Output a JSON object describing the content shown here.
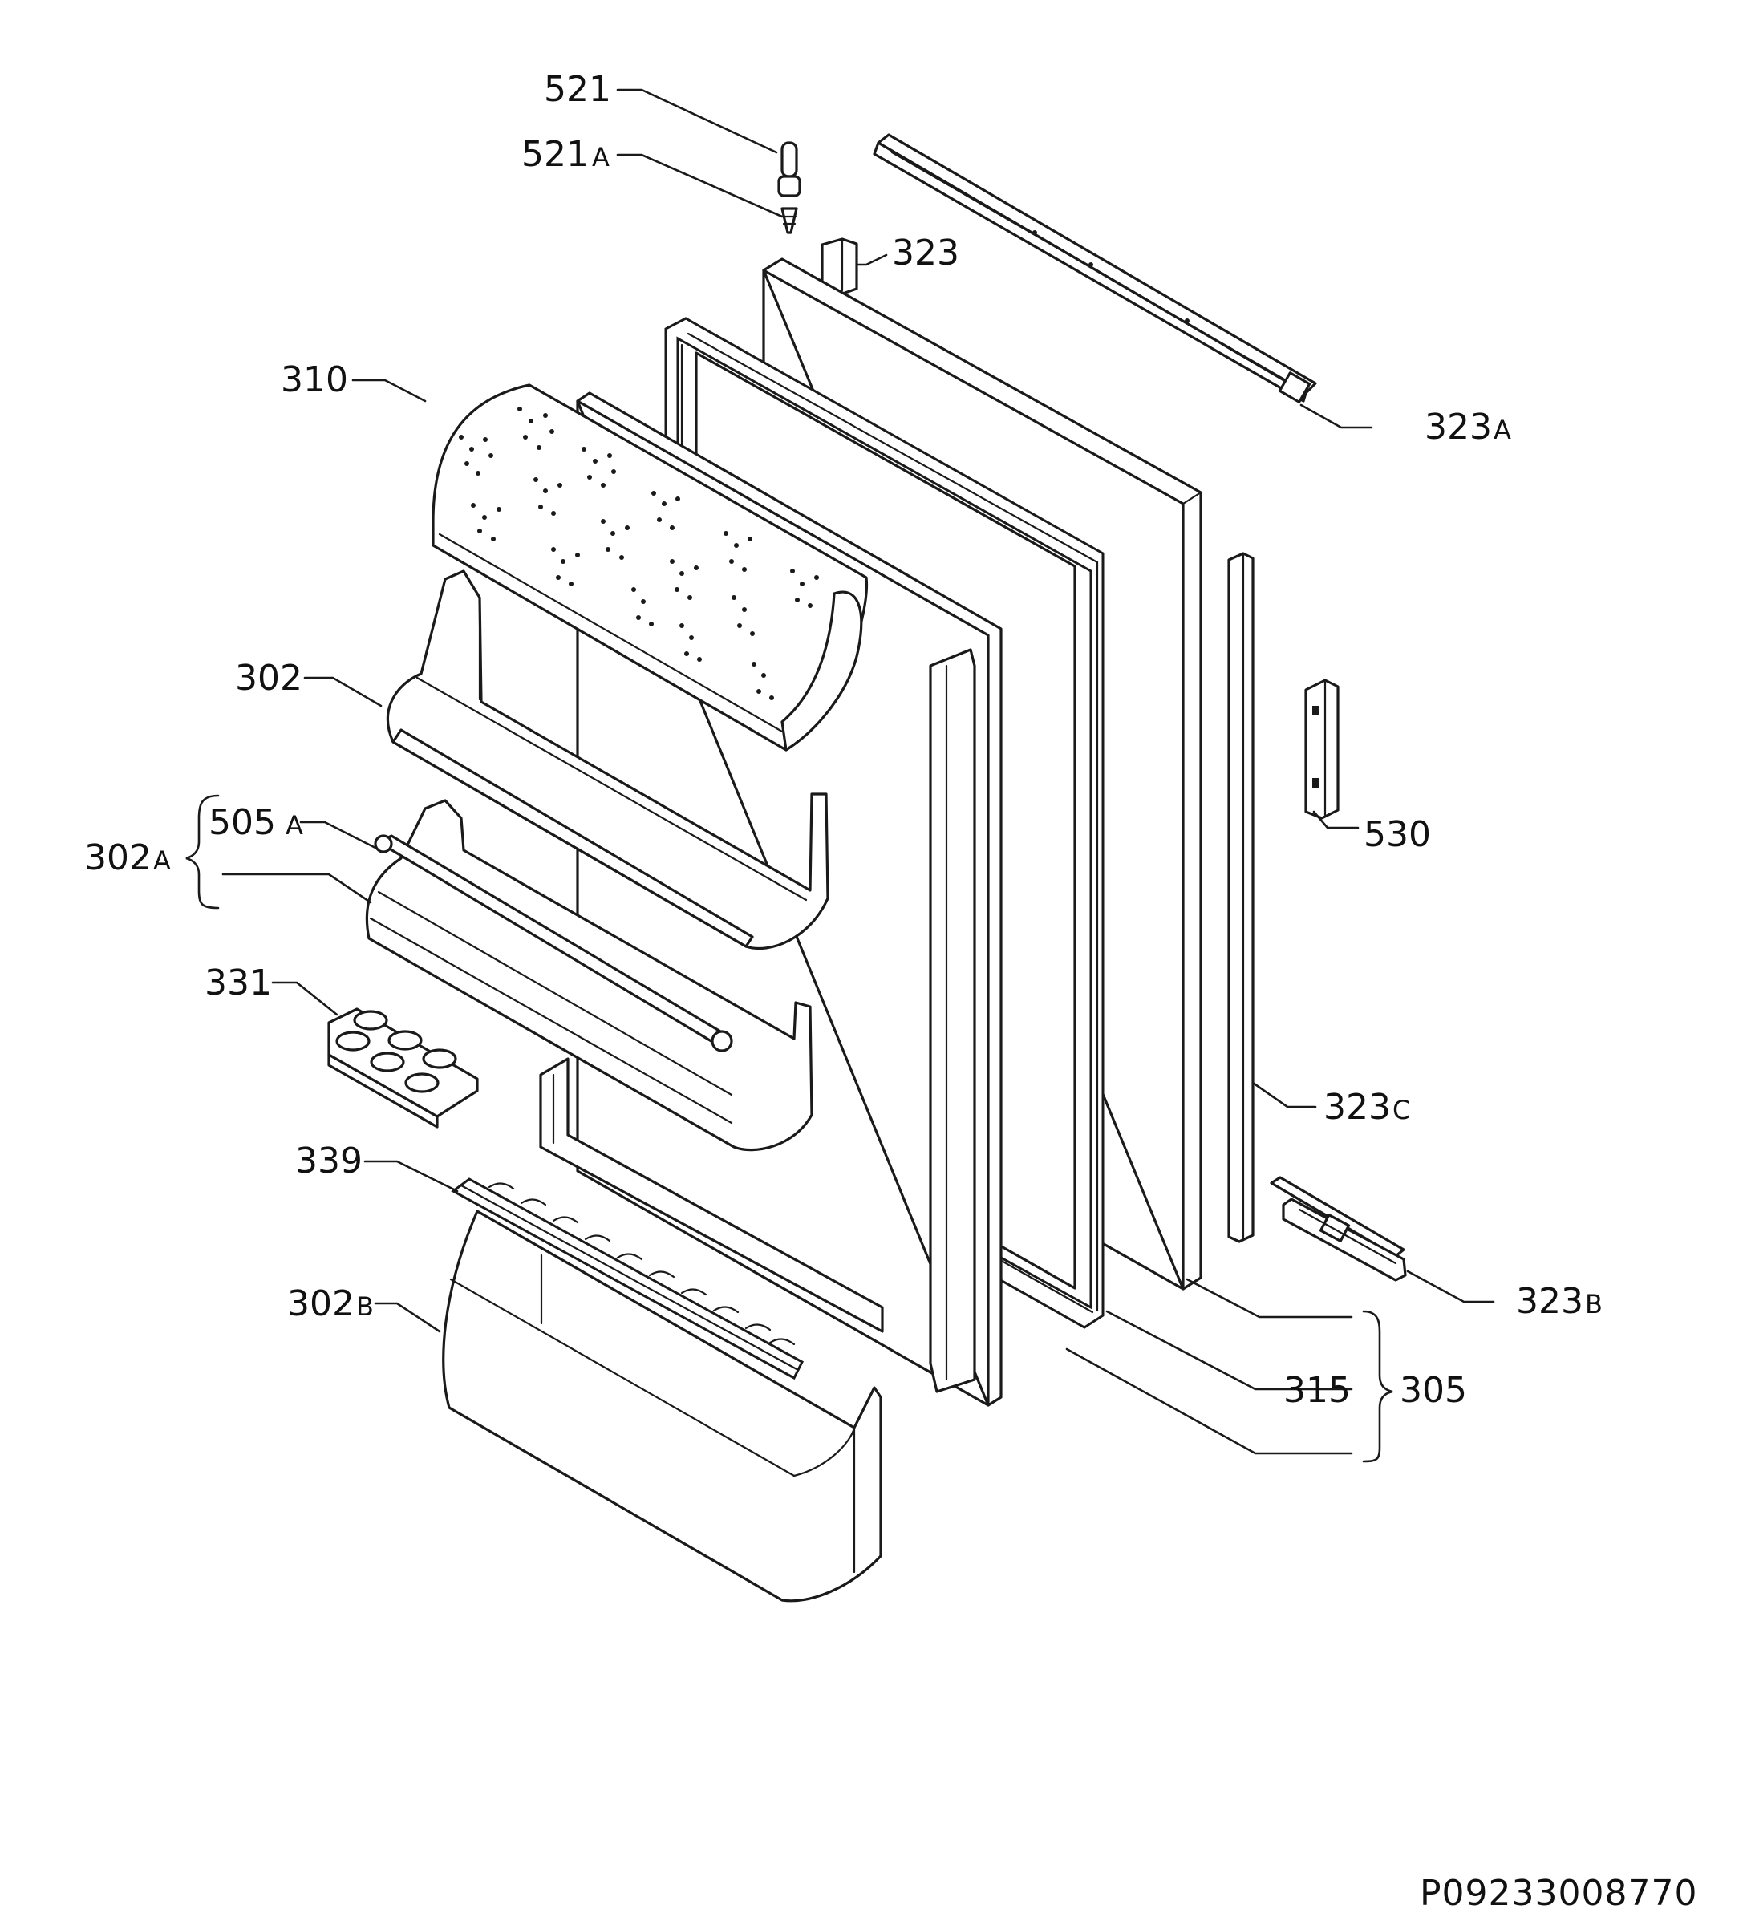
{
  "labels": {
    "l521": {
      "num": "521"
    },
    "l521a": {
      "num": "521",
      "suffix": "A"
    },
    "l323": {
      "num": "323"
    },
    "l323a": {
      "num": "323",
      "suffix": "A"
    },
    "l310": {
      "num": "310"
    },
    "l302": {
      "num": "302"
    },
    "l302a": {
      "num": "302",
      "suffix": "A"
    },
    "l505a": {
      "num": "505",
      "suffix": "A"
    },
    "l530": {
      "num": "530"
    },
    "l331": {
      "num": "331"
    },
    "l323c": {
      "num": "323",
      "suffix": "C"
    },
    "l339": {
      "num": "339"
    },
    "l323b": {
      "num": "323",
      "suffix": "B"
    },
    "l302b": {
      "num": "302",
      "suffix": "B"
    },
    "l315": {
      "num": "315"
    },
    "l305": {
      "num": "305"
    }
  },
  "drawing_code": "P09233008770"
}
